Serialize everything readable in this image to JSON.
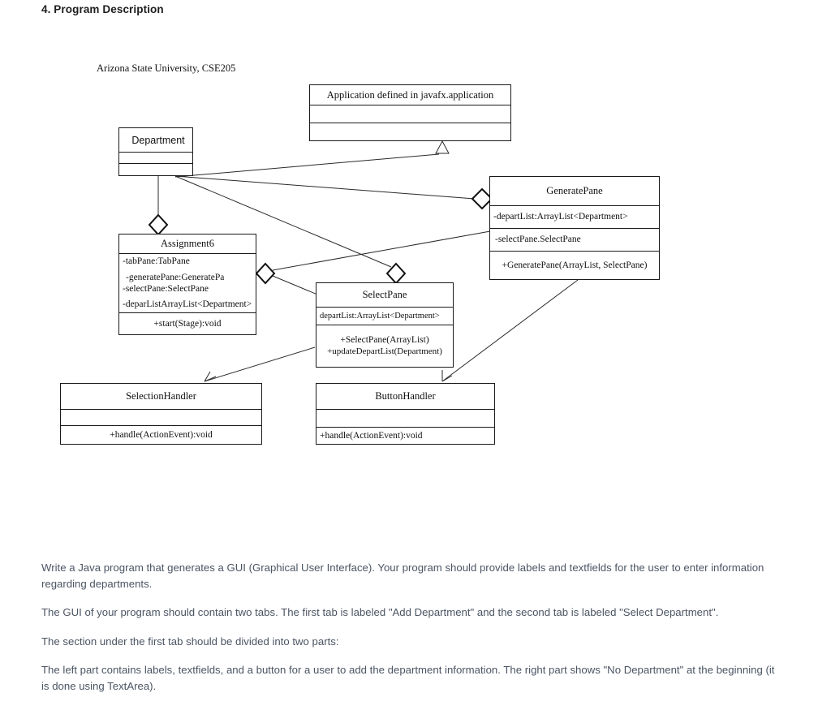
{
  "heading": "4. Program Description",
  "diagram": {
    "caption": "Arizona  State University,  CSE205",
    "classes": {
      "application": {
        "name": "Application  defined  in javafx.application",
        "attributes": [],
        "methods": []
      },
      "department": {
        "name": "Department",
        "attributes": [],
        "methods": []
      },
      "assignment6": {
        "name": "Assignment6",
        "attributes": [
          "-tabPane:TabPane",
          "-generatePane:GeneratePa",
          "-selectPane:SelectPane",
          "-deparListArrayList<Department>"
        ],
        "methods": [
          "+start(Stage):void"
        ]
      },
      "generatePane": {
        "name": "GeneratePane",
        "attributes": [
          "-departList:ArrayList<Department>",
          "-selectPane.SelectPane"
        ],
        "methods": [
          "+GeneratePane(ArrayList, SelectPane)"
        ]
      },
      "selectPane": {
        "name": "SelectPane",
        "attributes": [
          "departList:ArrayList<Department>"
        ],
        "methods": [
          "+SelectPane(ArrayList)",
          "+updateDepartList(Department)"
        ]
      },
      "selectionHandler": {
        "name": "SelectionHandler",
        "attributes": [],
        "methods": [
          "+handle(ActionEvent):void"
        ]
      },
      "buttonHandler": {
        "name": "ButtonHandler",
        "attributes": [],
        "methods": [
          "+handle(ActionEvent):void"
        ]
      }
    },
    "relationships": [
      {
        "kind": "generalization",
        "from": "Assignment6",
        "to": "Application",
        "marker": "hollow-triangle"
      },
      {
        "kind": "aggregation",
        "from": "Assignment6",
        "to": "Department",
        "marker": "hollow-diamond"
      },
      {
        "kind": "aggregation",
        "from": "GeneratePane",
        "to": "Department",
        "marker": "hollow-diamond"
      },
      {
        "kind": "aggregation",
        "from": "SelectPane",
        "to": "Department",
        "marker": "hollow-diamond"
      },
      {
        "kind": "aggregation",
        "from": "Assignment6",
        "to": "GeneratePane",
        "marker": "hollow-diamond"
      },
      {
        "kind": "aggregation",
        "from": "Assignment6",
        "to": "SelectPane",
        "marker": "hollow-diamond"
      },
      {
        "kind": "association",
        "from": "SelectPane",
        "to": "SelectionHandler",
        "marker": "open-arrow"
      },
      {
        "kind": "association",
        "from": "GeneratePane",
        "to": "ButtonHandler",
        "marker": "open-arrow"
      }
    ],
    "colors": {
      "stroke": "#1a1a1a",
      "fill": "#ffffff",
      "text": "#101010"
    }
  },
  "prose": {
    "paragraphs": [
      "Write a Java program that generates a GUI (Graphical User Interface). Your program should provide labels and textfields for the user to enter information regarding departments.",
      "The GUI of your program should contain two tabs. The first tab is labeled \"Add Department\" and the second tab is labeled \"Select Department\".",
      "The section under the first tab should be divided into two parts:",
      "The left part contains labels, textfields, and a button for a user to add the department information. The right part shows \"No Department\" at the beginning (it is done using TextArea)."
    ]
  }
}
